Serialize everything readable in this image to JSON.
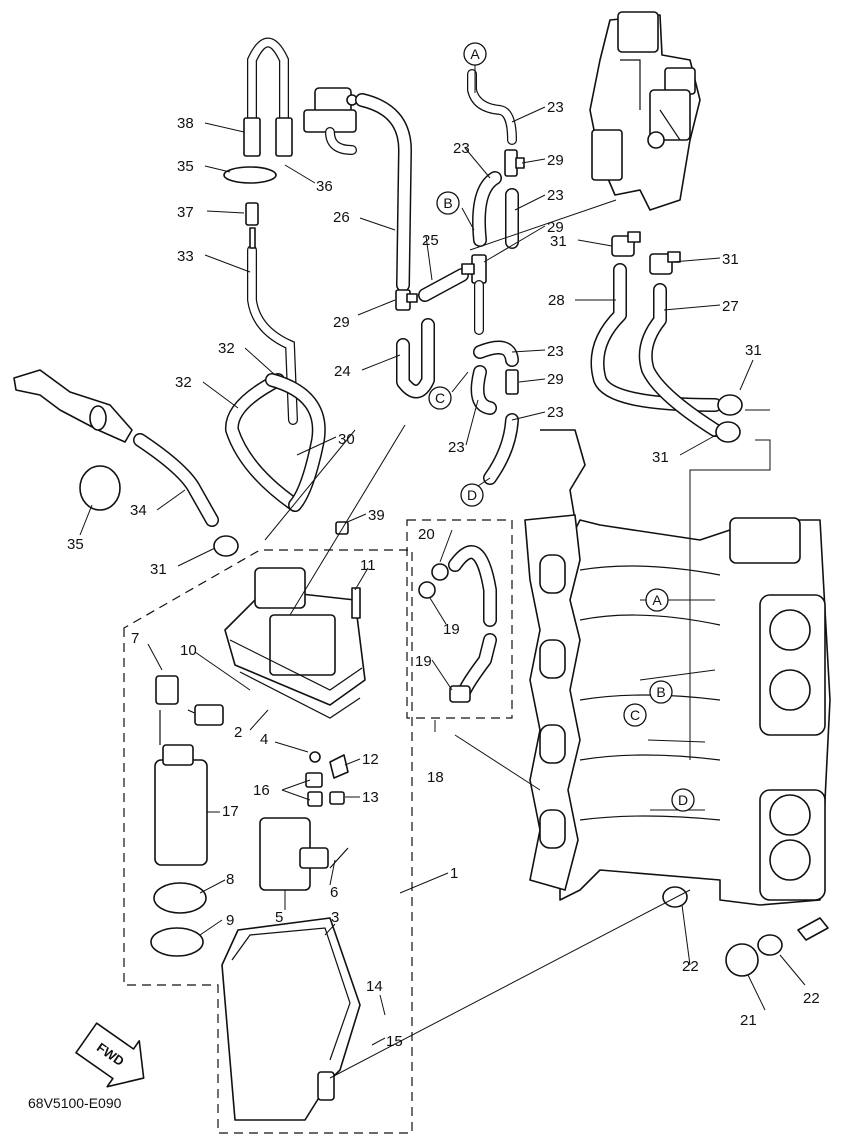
{
  "diagram": {
    "callouts": [
      "1",
      "2",
      "3",
      "4",
      "5",
      "6",
      "7",
      "8",
      "9",
      "10",
      "11",
      "12",
      "13",
      "14",
      "15",
      "16",
      "17",
      "18",
      "19",
      "19",
      "20",
      "21",
      "22",
      "22",
      "23",
      "23",
      "23",
      "23",
      "23",
      "23",
      "24",
      "25",
      "26",
      "27",
      "28",
      "29",
      "29",
      "29",
      "29",
      "30",
      "31",
      "31",
      "31",
      "31",
      "31",
      "32",
      "32",
      "33",
      "34",
      "35",
      "35",
      "36",
      "37",
      "38",
      "39"
    ],
    "connection_letters": [
      "A",
      "B",
      "C",
      "D",
      "A",
      "B",
      "C",
      "D"
    ],
    "fwd_label": "FWD",
    "figure_code": "68V5100-E090"
  }
}
